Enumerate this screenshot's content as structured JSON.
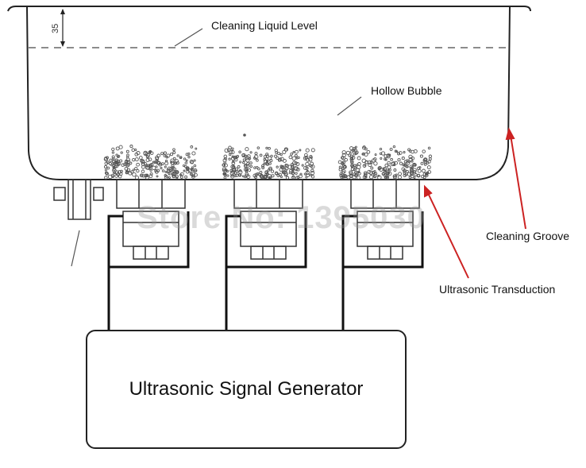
{
  "labels": {
    "liquid_level": "Cleaning Liquid Level",
    "hollow_bubble": "Hollow Bubble",
    "cleaning_groove": "Cleaning Groove",
    "transduction": "Ultrasonic Transduction",
    "generator": "Ultrasonic Signal Generator",
    "dimension": "35"
  },
  "watermark": "Store No: 1395030",
  "colors": {
    "line": "#222222",
    "arrow_red": "#cc2222",
    "bubble": "#555555"
  }
}
